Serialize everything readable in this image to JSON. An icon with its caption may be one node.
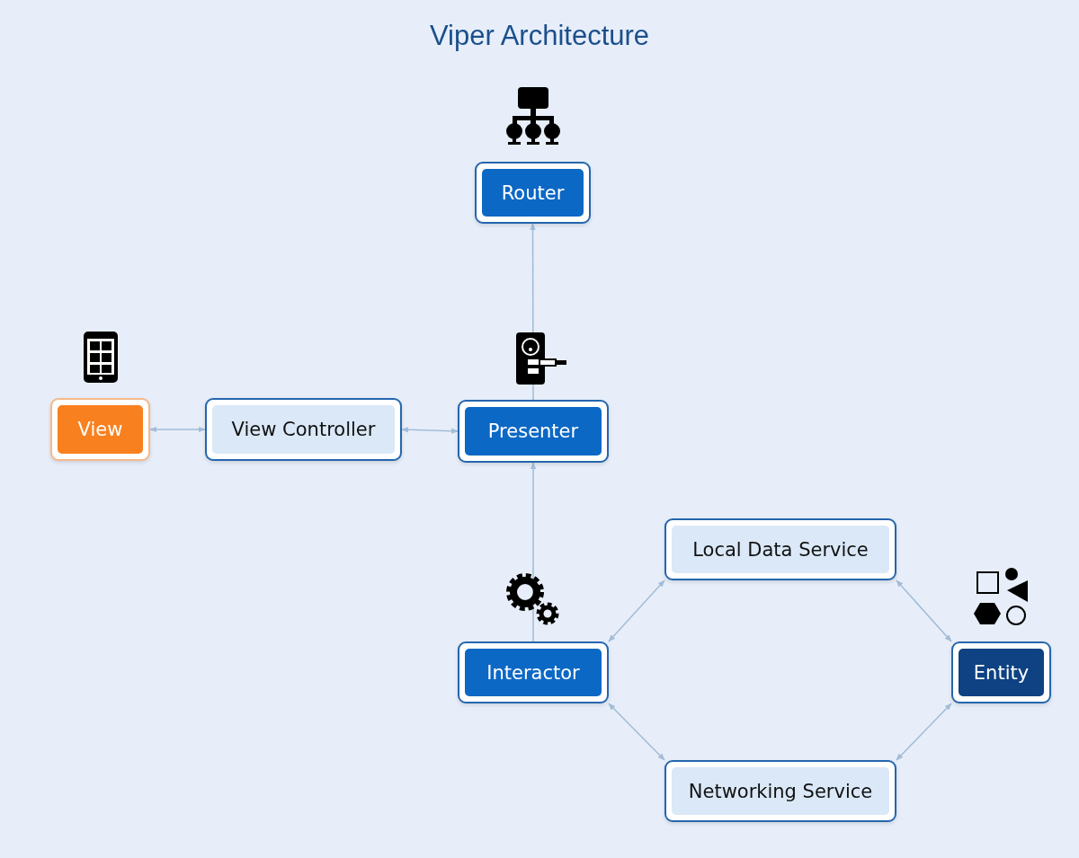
{
  "diagram": {
    "title": "Viper Architecture",
    "nodes": [
      {
        "text": [
          "Router"
        ]
      },
      {
        "text": [
          "View"
        ]
      },
      {
        "text": [
          "View Controller"
        ]
      },
      {
        "text": [
          "Presenter"
        ]
      },
      {
        "text": [
          "Local Data Service"
        ]
      },
      {
        "text": [
          "Interactor"
        ]
      },
      {
        "text": [
          "Entity"
        ]
      },
      {
        "text": [
          "Networking Service"
        ]
      }
    ],
    "edges": [
      {
        "from": 1,
        "to": 2,
        "arrow": "both"
      },
      {
        "from": 2,
        "to": 3,
        "arrow": "both"
      },
      {
        "from": 3,
        "to": 0,
        "arrow": "to"
      },
      {
        "from": 5,
        "to": 3,
        "arrow": "to"
      },
      {
        "from": 5,
        "to": 4,
        "arrow": "both"
      },
      {
        "from": 4,
        "to": 6,
        "arrow": "both"
      },
      {
        "from": 5,
        "to": 7,
        "arrow": "both"
      },
      {
        "from": 7,
        "to": 6,
        "arrow": "both"
      }
    ]
  }
}
